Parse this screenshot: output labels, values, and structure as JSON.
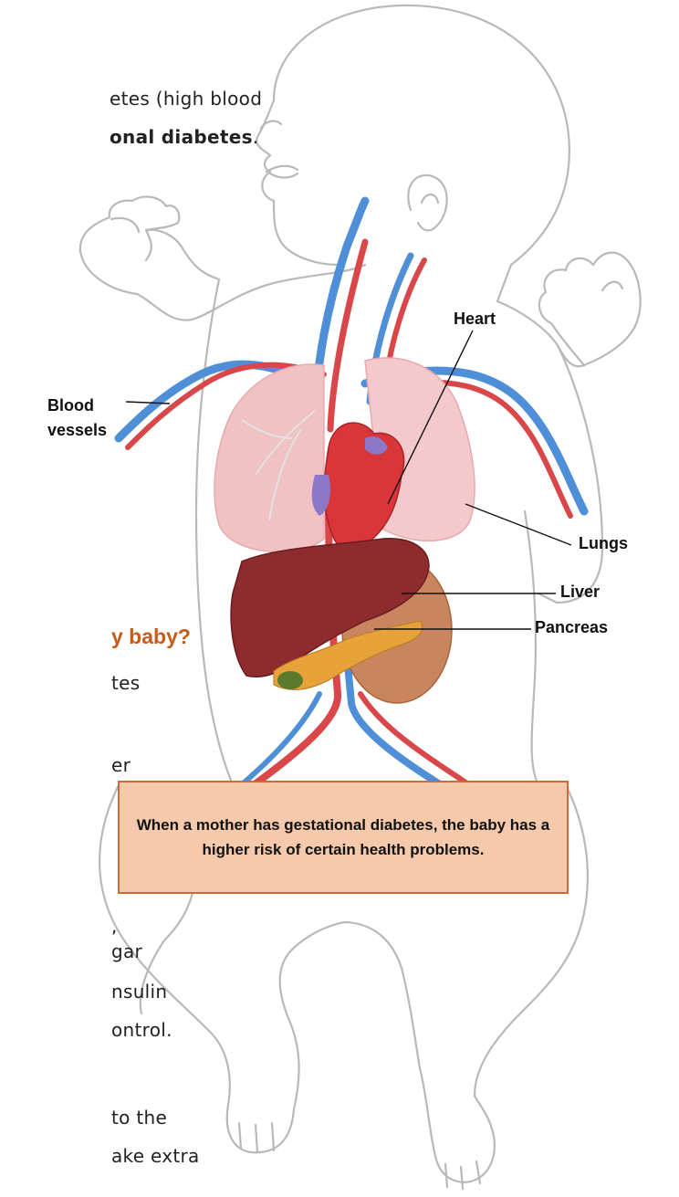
{
  "body_text": {
    "line1": "etes (high blood",
    "line2_bold": "onal diabetes",
    "line2_end": ".",
    "heading": "y baby?",
    "line3": "tes",
    "line4": "er",
    "line5": ",",
    "line6": "gar",
    "line7": "nsulin",
    "line8": "ontrol.",
    "line9": "to the",
    "line10": "ake extra"
  },
  "labels": {
    "heart": "Heart",
    "blood_vessels_1": "Blood",
    "blood_vessels_2": "vessels",
    "lungs": "Lungs",
    "liver": "Liver",
    "pancreas": "Pancreas"
  },
  "callout": {
    "text": "When a mother has gestational diabetes, the baby has a higher risk of certain health problems."
  },
  "colors": {
    "heading": "#c85a1a",
    "callout_bg": "#f5c9ac",
    "callout_border": "#c86a3a",
    "artery": "#d9474a",
    "vein": "#4f8fd8",
    "lungs": "#f3c5c7",
    "liver": "#8e2b2e",
    "outline": "#b9b9b9"
  }
}
